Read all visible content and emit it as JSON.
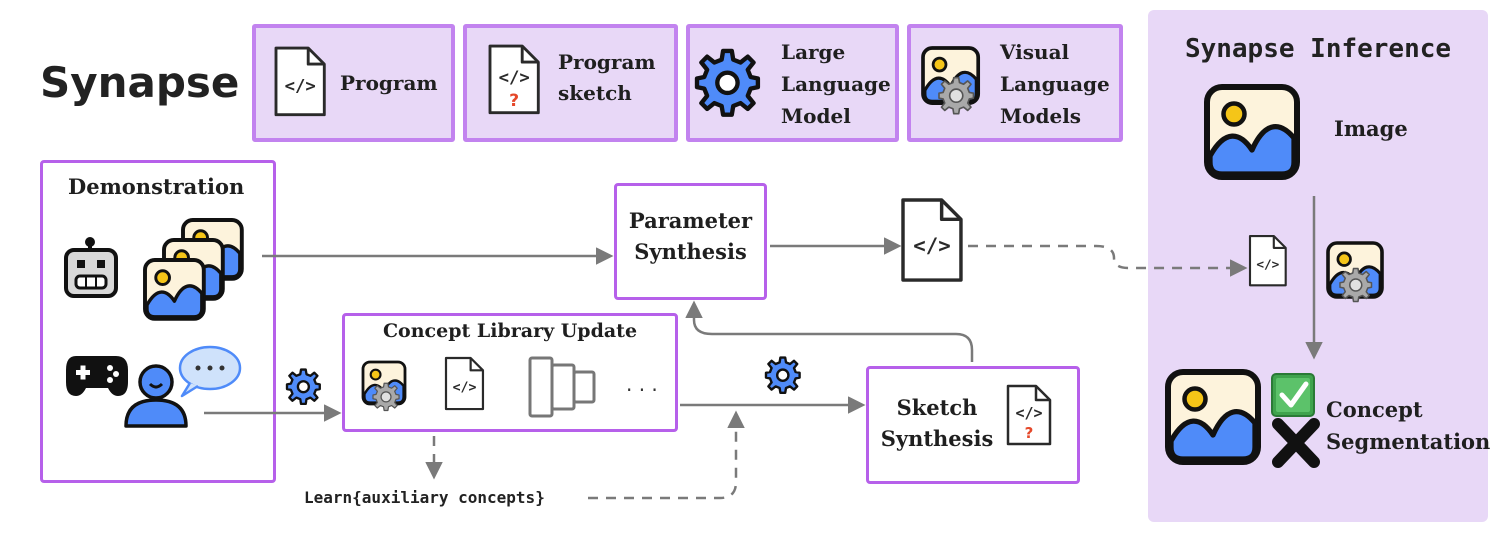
{
  "title": "Synapse",
  "legend": [
    {
      "icon": "code-file-icon",
      "label": "Program"
    },
    {
      "icon": "code-sketch-file-icon",
      "label": "Program sketch"
    },
    {
      "icon": "gear-icon",
      "label": "Large Language Model"
    },
    {
      "icon": "image-gear-icon",
      "label": "Visual Language Models"
    }
  ],
  "legend_lines": {
    "program": [
      "Program"
    ],
    "sketch": [
      "Program",
      "sketch"
    ],
    "llm": [
      "Large",
      "Language",
      "Model"
    ],
    "vlm": [
      "Visual",
      "Language",
      "Models"
    ]
  },
  "demonstration": {
    "label": "Demonstration"
  },
  "parameter_synthesis": {
    "lines": [
      "Parameter",
      "Synthesis"
    ]
  },
  "concept_library": {
    "label": "Concept Library Update",
    "ellipsis": "· · ·"
  },
  "sketch_synthesis": {
    "lines": [
      "Sketch",
      "Synthesis"
    ]
  },
  "learn_label": "Learn{auxiliary concepts}",
  "inference": {
    "title": "Synapse Inference",
    "image_label": "Image",
    "output_lines": [
      "Concept",
      "Segmentation"
    ]
  },
  "colors": {
    "accent_purple": "#b660ea",
    "legend_fill": "#e8d8f7",
    "icon_blue": "#4f8bf9",
    "image_cream": "#fdf3dc",
    "image_sun": "#f5c518",
    "arrow_gray": "#7a7a7a",
    "check_green": "#3fa34d"
  }
}
